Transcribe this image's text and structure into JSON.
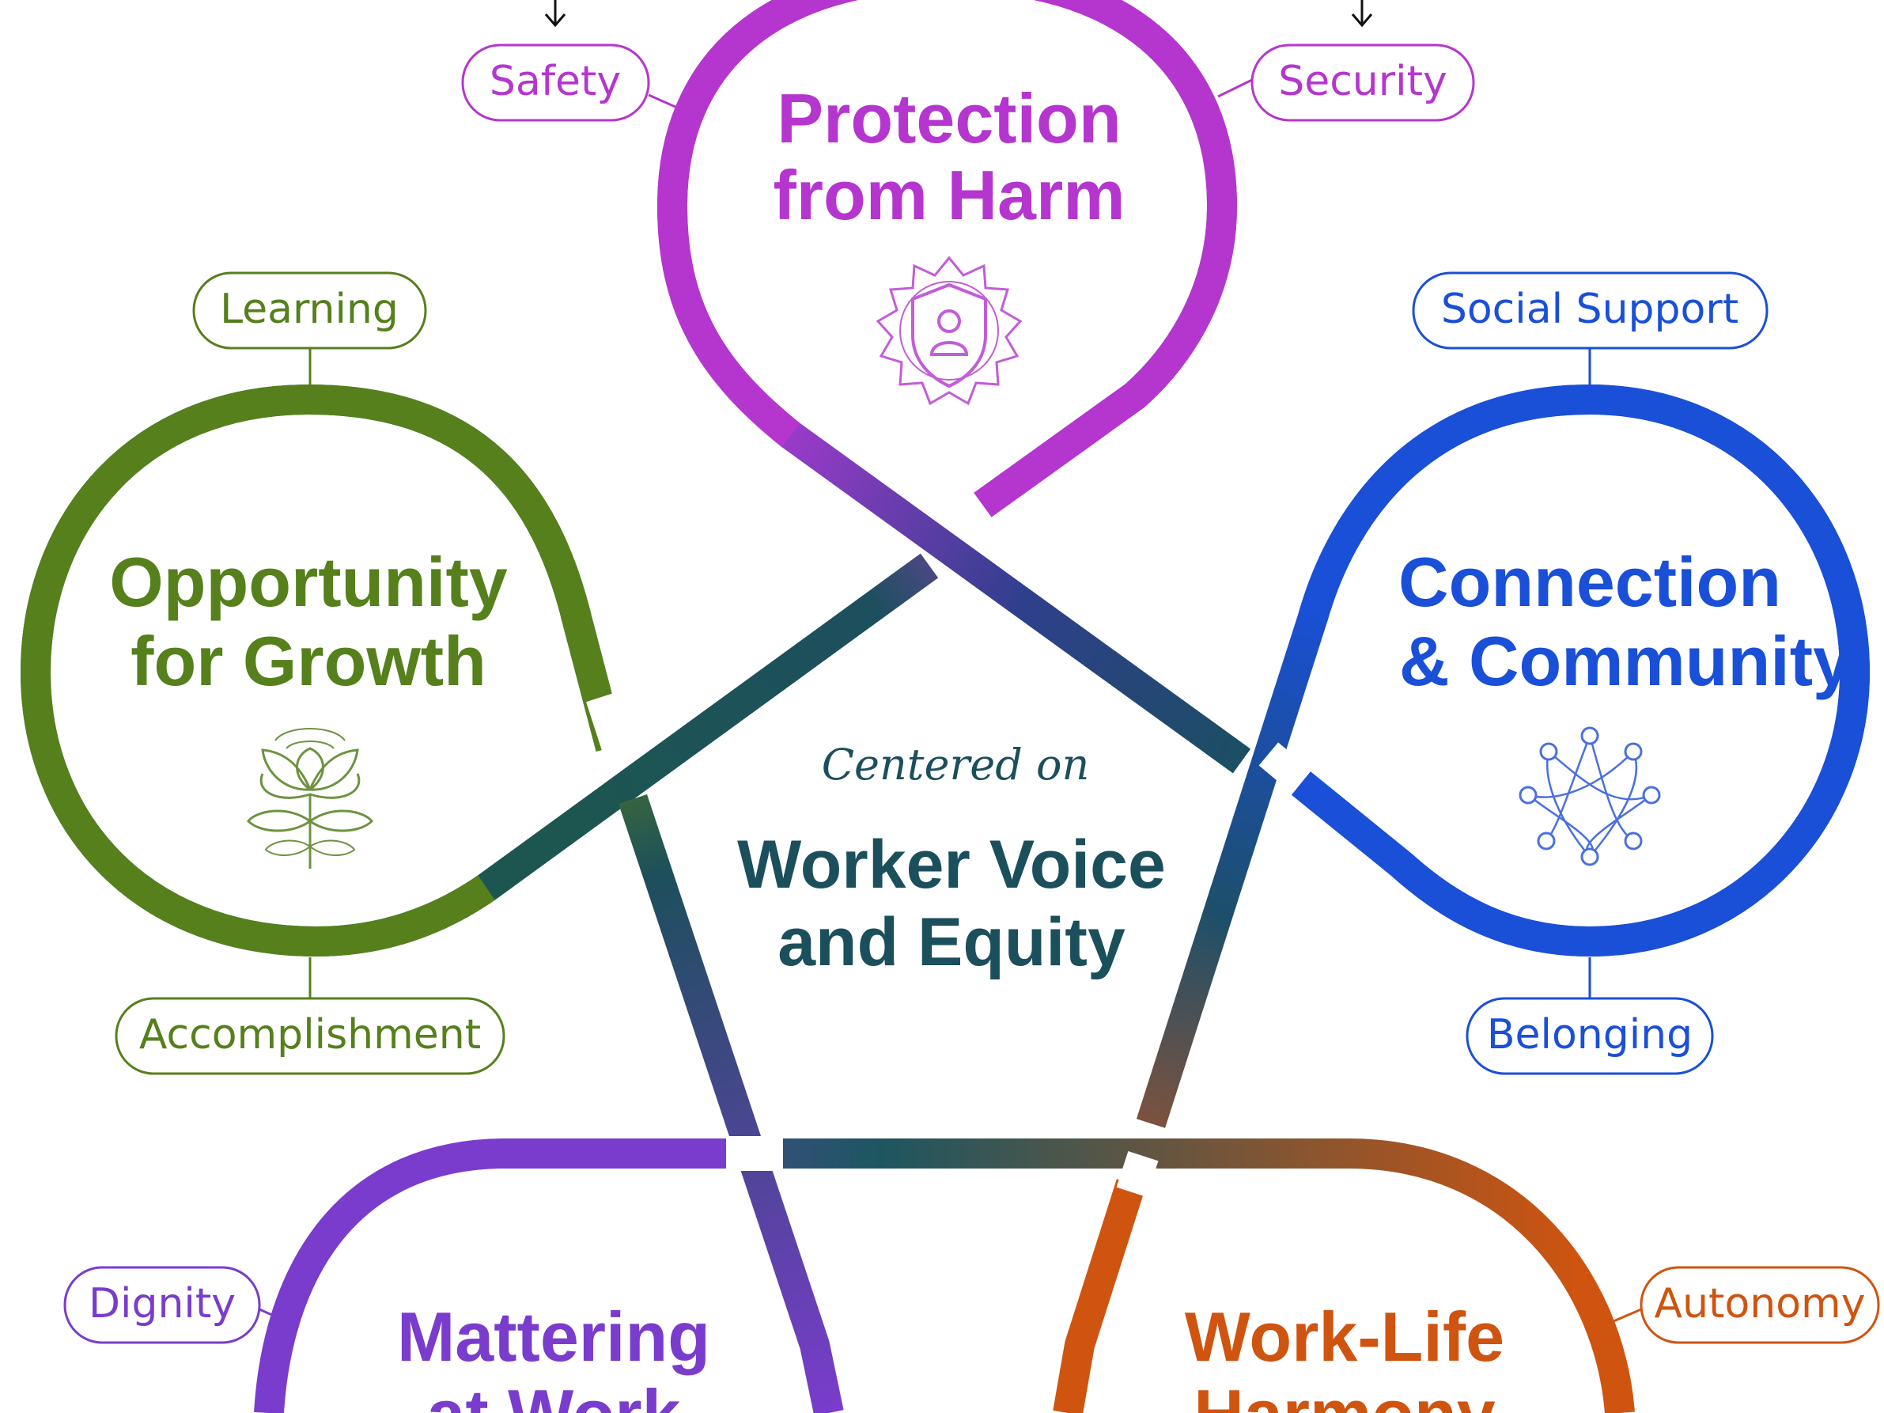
{
  "center": {
    "kicker": "Centered on",
    "title_line1": "Worker Voice",
    "title_line2": "and Equity",
    "color": "#1b4f5c"
  },
  "domains": {
    "protection": {
      "title_line1": "Protection",
      "title_line2": "from Harm",
      "color": "#b536cf",
      "icon": "shield-person-icon",
      "tags": [
        "Safety",
        "Security"
      ]
    },
    "growth": {
      "title_line1": "Opportunity",
      "title_line2": "for Growth",
      "color": "#55801c",
      "icon": "lotus-flower-icon",
      "tags": [
        "Learning",
        "Accomplishment"
      ]
    },
    "connection": {
      "title_line1": "Connection",
      "title_line2": "& Community",
      "color": "#1a4fd8",
      "icon": "network-nodes-icon",
      "tags": [
        "Social Support",
        "Belonging"
      ]
    },
    "mattering": {
      "title_line1": "Mattering",
      "title_line2": "at Work",
      "color": "#7a3ccc",
      "tags": [
        "Dignity"
      ]
    },
    "worklife": {
      "title_line1": "Work-Life",
      "title_line2": "Harmony",
      "color": "#cf5410",
      "tags": [
        "Autonomy"
      ]
    }
  }
}
